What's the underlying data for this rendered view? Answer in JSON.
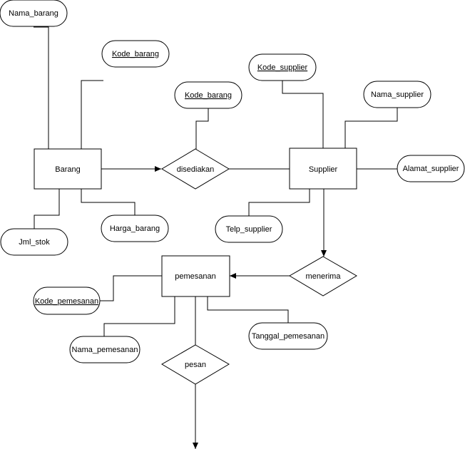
{
  "entities": {
    "barang": "Barang",
    "supplier": "Supplier",
    "pemesanan": "pemesanan"
  },
  "relationships": {
    "disediakan": "disediakan",
    "menerima": "menerima",
    "pesan": "pesan"
  },
  "attributes": {
    "nama_barang": "Nama_barang",
    "kode_barang_1": "Kode_barang",
    "kode_barang_2": "Kode_barang",
    "jml_stok": "Jml_stok",
    "harga_barang": "Harga_barang",
    "kode_supplier": "Kode_supplier",
    "nama_supplier": "Nama_supplier",
    "alamat_supplier": "Alamat_supplier",
    "telp_supplier": "Telp_supplier",
    "kode_pemesanan": "Kode_pemesanan",
    "nama_pemesanan": "Nama_pemesanan",
    "tanggal_pemesanan": "Tanggal_pemesanan"
  }
}
